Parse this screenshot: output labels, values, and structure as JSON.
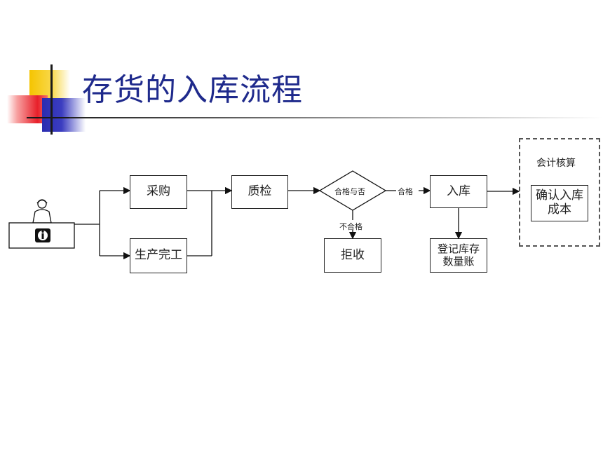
{
  "title": "存货的入库流程",
  "flow": {
    "purchase": "采购",
    "production": "生产完工",
    "inspection": "质检",
    "decision": "合格与否",
    "pass_label": "合格",
    "fail_label": "不合格",
    "reject": "拒收",
    "warehouse": "入库",
    "ledger": "登记库存数量账",
    "accounting_title": "会计核算",
    "confirm_cost": "确认入库成本"
  }
}
